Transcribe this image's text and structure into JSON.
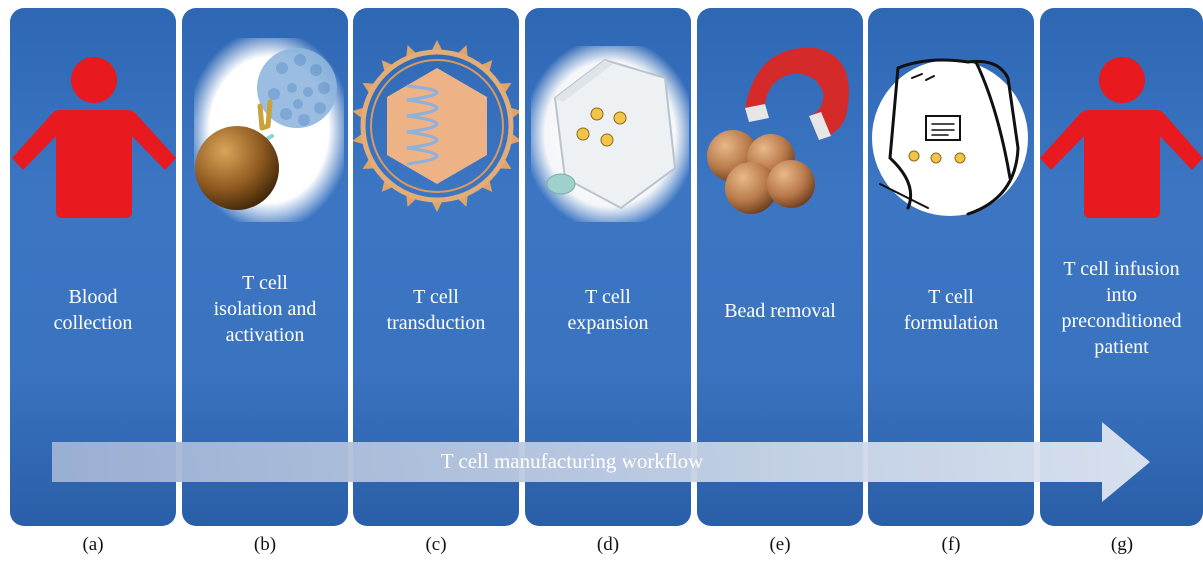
{
  "panels": [
    {
      "id": "a",
      "label": "Blood\ncollection",
      "caption": "(a)",
      "icon": "person-icon"
    },
    {
      "id": "b",
      "label": "T cell\nisolation and\nactivation",
      "caption": "(b)",
      "icon": "bead-cell-icon"
    },
    {
      "id": "c",
      "label": "T cell\ntransduction",
      "caption": "(c)",
      "icon": "virus-icon"
    },
    {
      "id": "d",
      "label": "T cell\nexpansion",
      "caption": "(d)",
      "icon": "culture-flask-icon"
    },
    {
      "id": "e",
      "label": "Bead removal",
      "caption": "(e)",
      "icon": "magnet-beads-icon"
    },
    {
      "id": "f",
      "label": "T cell\nformulation",
      "caption": "(f)",
      "icon": "infusion-bag-icon"
    },
    {
      "id": "g",
      "label": "T cell infusion\ninto\npreconditioned\npatient",
      "caption": "(g)",
      "icon": "person-icon"
    }
  ],
  "workflow_arrow": {
    "label": "T cell manufacturing workflow"
  },
  "colors": {
    "panel": "#3a73c0",
    "person": "#e8191f",
    "arrow": "#c8d3e6"
  }
}
